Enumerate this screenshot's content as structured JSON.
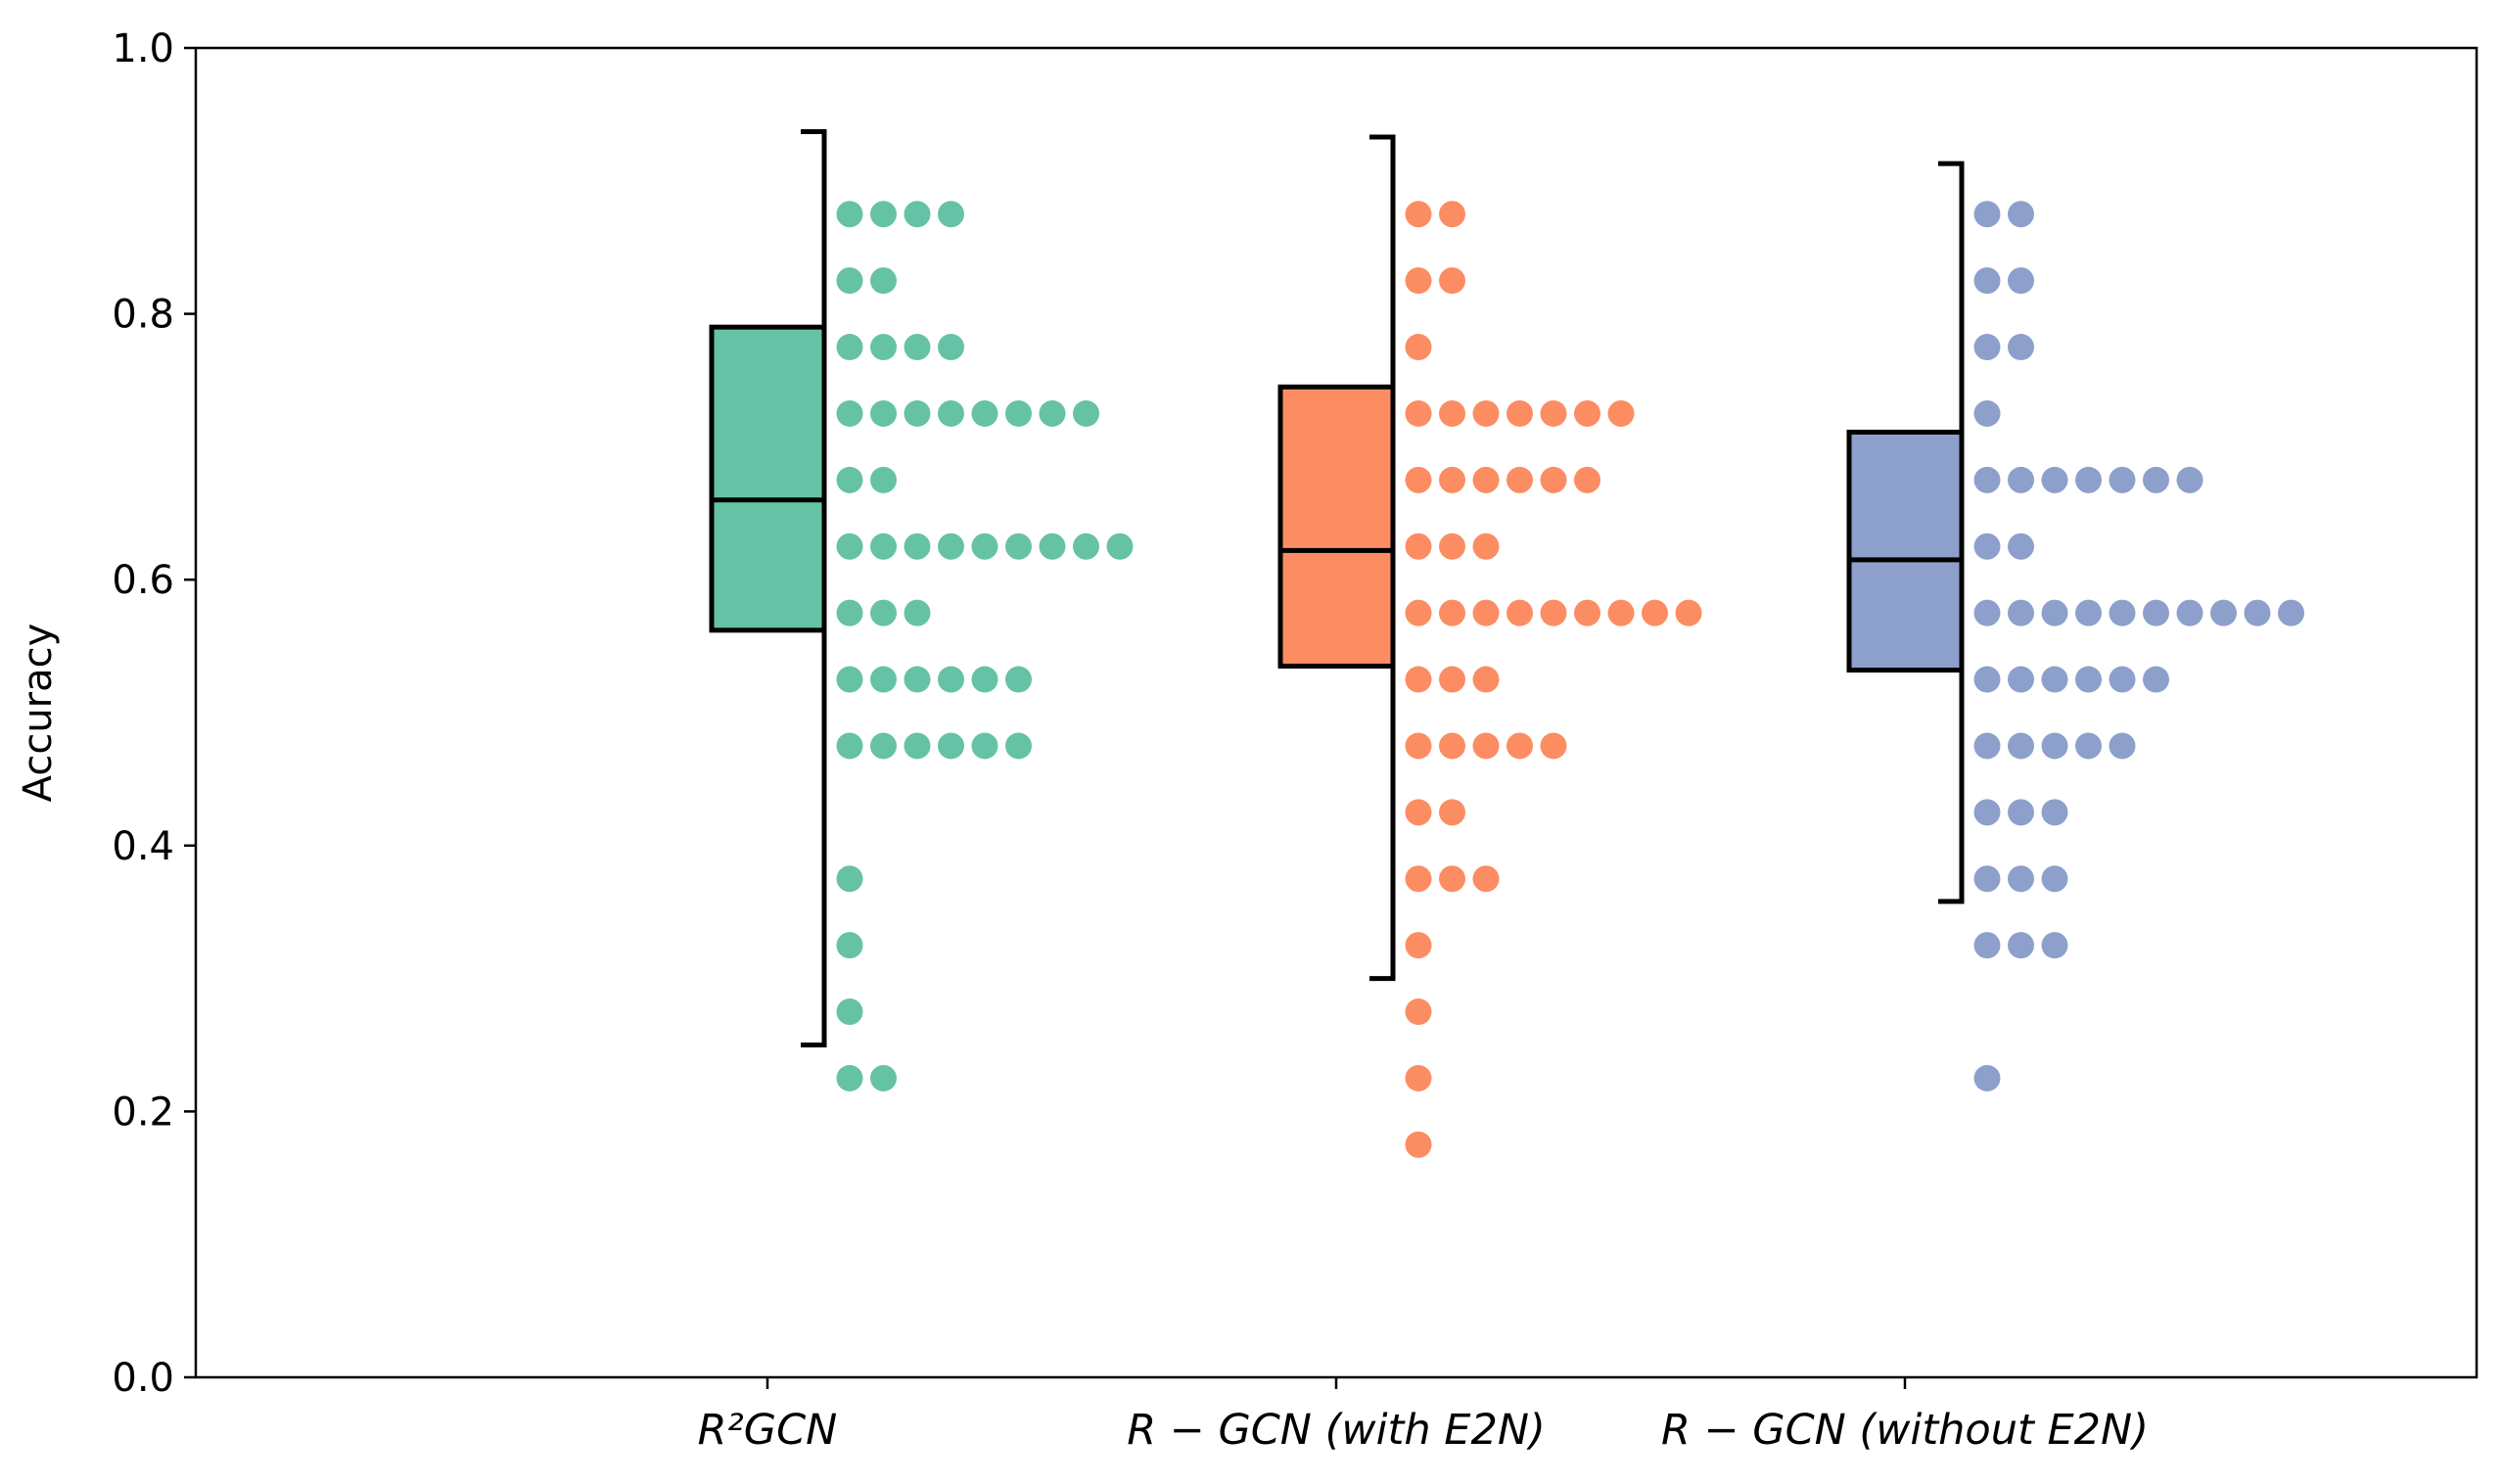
{
  "chart_data": {
    "type": "raincloud-box-dot",
    "title": "",
    "ylabel": "Accuracy",
    "xlabel": "",
    "ylim": [
      0.0,
      1.0
    ],
    "yticks": [
      "0.0",
      "0.2",
      "0.4",
      "0.6",
      "0.8",
      "1.0"
    ],
    "grid": false,
    "categories": [
      "R²GCN",
      "R − GCN (with E2N)",
      "R − GCN (without E2N)"
    ],
    "series": [
      {
        "color": "#66c2a5",
        "box": {
          "whisker_low": 0.25,
          "q1": 0.562,
          "median": 0.66,
          "q3": 0.79,
          "whisker_high": 0.937
        },
        "dot_bins": [
          {
            "y": 0.875,
            "count": 4
          },
          {
            "y": 0.825,
            "count": 2
          },
          {
            "y": 0.775,
            "count": 4
          },
          {
            "y": 0.725,
            "count": 8
          },
          {
            "y": 0.675,
            "count": 2
          },
          {
            "y": 0.625,
            "count": 9
          },
          {
            "y": 0.575,
            "count": 3
          },
          {
            "y": 0.525,
            "count": 6
          },
          {
            "y": 0.475,
            "count": 6
          },
          {
            "y": 0.375,
            "count": 1
          },
          {
            "y": 0.325,
            "count": 1
          },
          {
            "y": 0.275,
            "count": 1
          },
          {
            "y": 0.225,
            "count": 2
          }
        ]
      },
      {
        "color": "#fc8d62",
        "box": {
          "whisker_low": 0.3,
          "q1": 0.535,
          "median": 0.622,
          "q3": 0.745,
          "whisker_high": 0.933
        },
        "dot_bins": [
          {
            "y": 0.875,
            "count": 2
          },
          {
            "y": 0.825,
            "count": 2
          },
          {
            "y": 0.775,
            "count": 1
          },
          {
            "y": 0.725,
            "count": 7
          },
          {
            "y": 0.675,
            "count": 6
          },
          {
            "y": 0.625,
            "count": 3
          },
          {
            "y": 0.575,
            "count": 9
          },
          {
            "y": 0.525,
            "count": 3
          },
          {
            "y": 0.475,
            "count": 5
          },
          {
            "y": 0.425,
            "count": 2
          },
          {
            "y": 0.375,
            "count": 3
          },
          {
            "y": 0.325,
            "count": 1
          },
          {
            "y": 0.275,
            "count": 1
          },
          {
            "y": 0.225,
            "count": 1
          },
          {
            "y": 0.175,
            "count": 1
          }
        ]
      },
      {
        "color": "#8da0cb",
        "box": {
          "whisker_low": 0.358,
          "q1": 0.532,
          "median": 0.615,
          "q3": 0.711,
          "whisker_high": 0.913
        },
        "dot_bins": [
          {
            "y": 0.875,
            "count": 2
          },
          {
            "y": 0.825,
            "count": 2
          },
          {
            "y": 0.775,
            "count": 2
          },
          {
            "y": 0.725,
            "count": 1
          },
          {
            "y": 0.675,
            "count": 7
          },
          {
            "y": 0.625,
            "count": 2
          },
          {
            "y": 0.575,
            "count": 10
          },
          {
            "y": 0.525,
            "count": 6
          },
          {
            "y": 0.475,
            "count": 5
          },
          {
            "y": 0.425,
            "count": 3
          },
          {
            "y": 0.375,
            "count": 3
          },
          {
            "y": 0.325,
            "count": 3
          },
          {
            "y": 0.225,
            "count": 1
          }
        ]
      }
    ]
  }
}
